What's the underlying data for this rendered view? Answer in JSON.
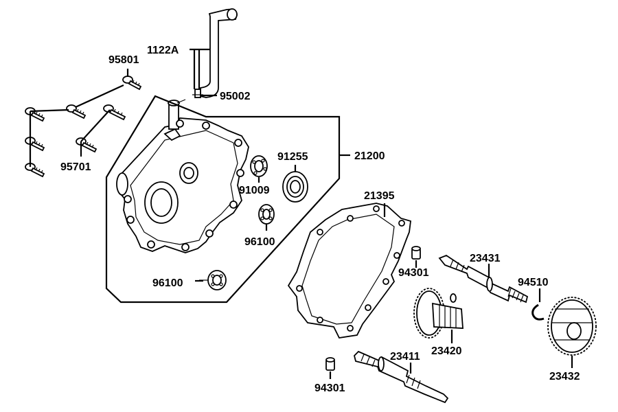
{
  "labels": {
    "p95801": "95801",
    "p1122A": "1122A",
    "p95002": "95002",
    "p95701": "95701",
    "p21200": "21200",
    "p91255": "91255",
    "p91009": "91009",
    "p96100a": "96100",
    "p96100b": "96100",
    "p21395": "21395",
    "p94301a": "94301",
    "p94301b": "94301",
    "p23431": "23431",
    "p94510": "94510",
    "p23420": "23420",
    "p23432": "23432",
    "p23411": "23411"
  },
  "colors": {
    "ink": "#000000",
    "paper": "#ffffff"
  }
}
